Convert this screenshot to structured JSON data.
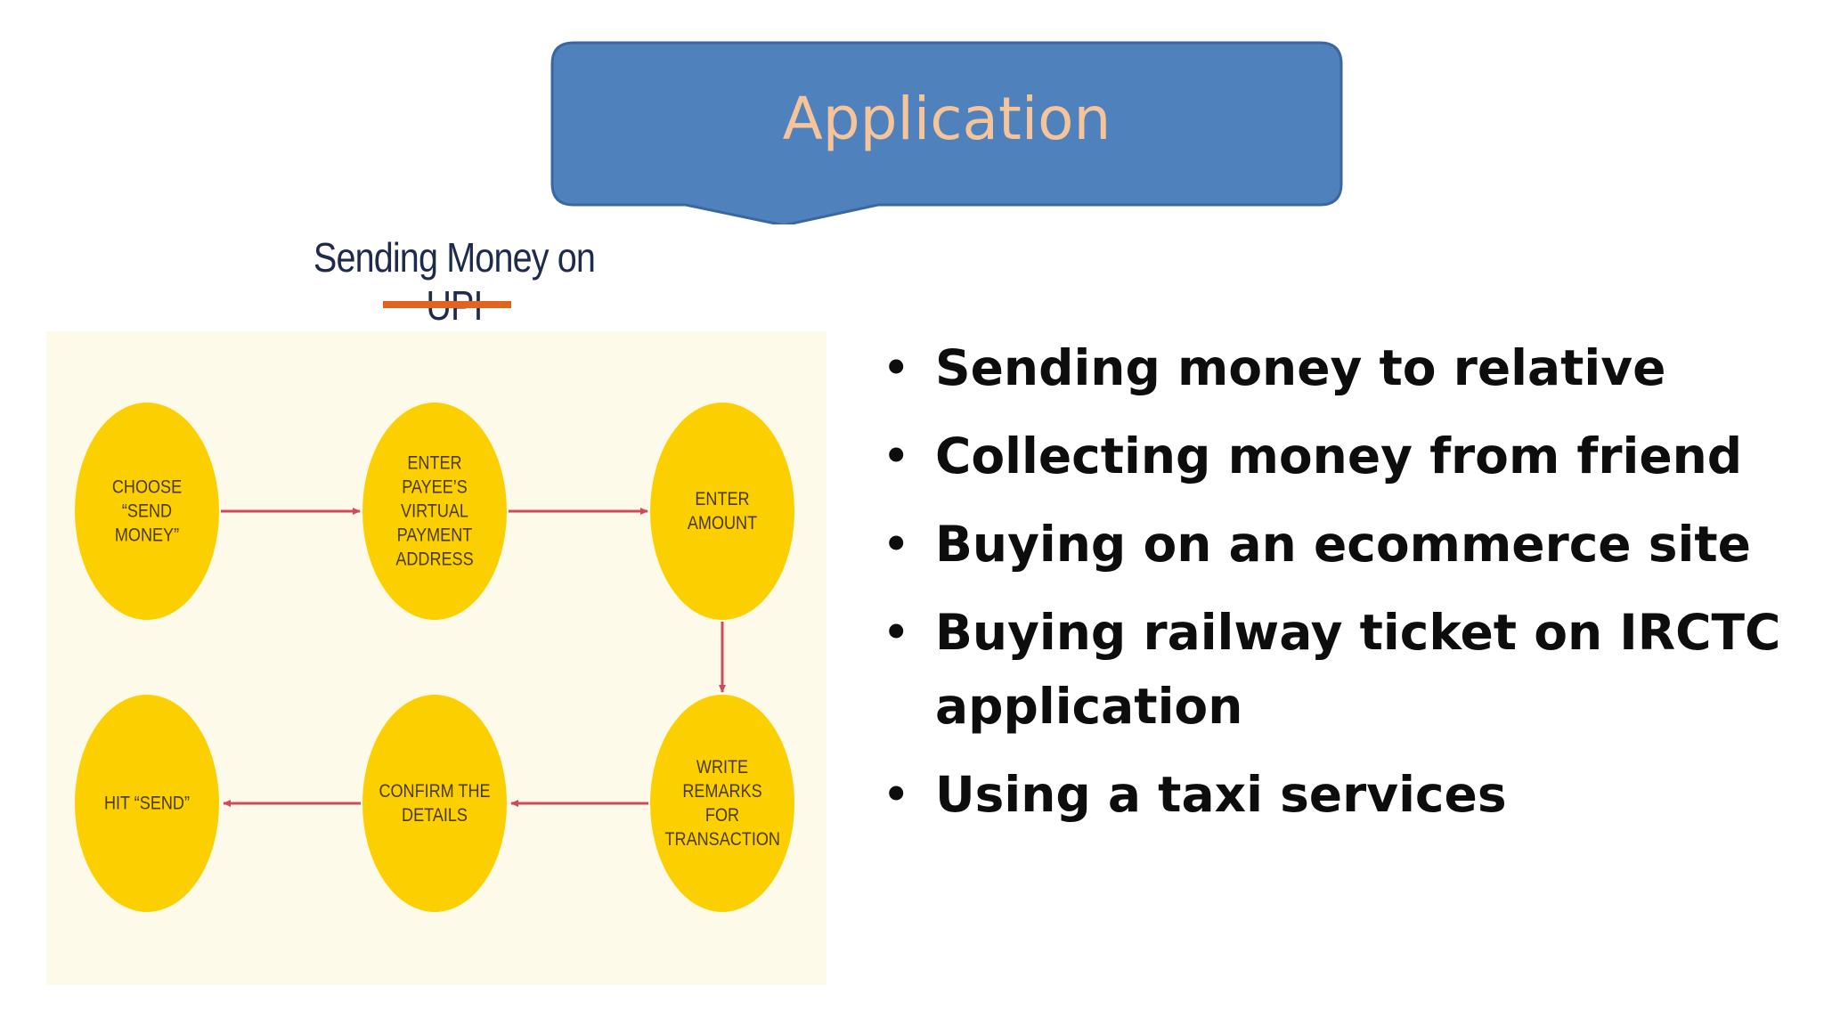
{
  "slide": {
    "title": "Application",
    "title_fill": "#4f81bd",
    "title_text_color": "#f5c49a"
  },
  "diagram": {
    "title": "Sending Money on UPI",
    "underline_color": "#e0641d",
    "node_color": "#fccf00",
    "arrow_color": "#d2495a",
    "nodes": [
      {
        "label": "CHOOSE\n“SEND\nMONEY”"
      },
      {
        "label": "ENTER\nPAYEE’S\nVIRTUAL\nPAYMENT\nADDRESS"
      },
      {
        "label": "ENTER\nAMOUNT"
      },
      {
        "label": "WRITE\nREMARKS\nFOR\nTRANSACTION"
      },
      {
        "label": "CONFIRM THE\nDETAILS"
      },
      {
        "label": "HIT “SEND”"
      }
    ]
  },
  "applications": [
    "Sending money to relative",
    "Collecting money from friend",
    "Buying on an ecommerce site",
    "Buying railway ticket on IRCTC application",
    "Using a taxi services"
  ]
}
